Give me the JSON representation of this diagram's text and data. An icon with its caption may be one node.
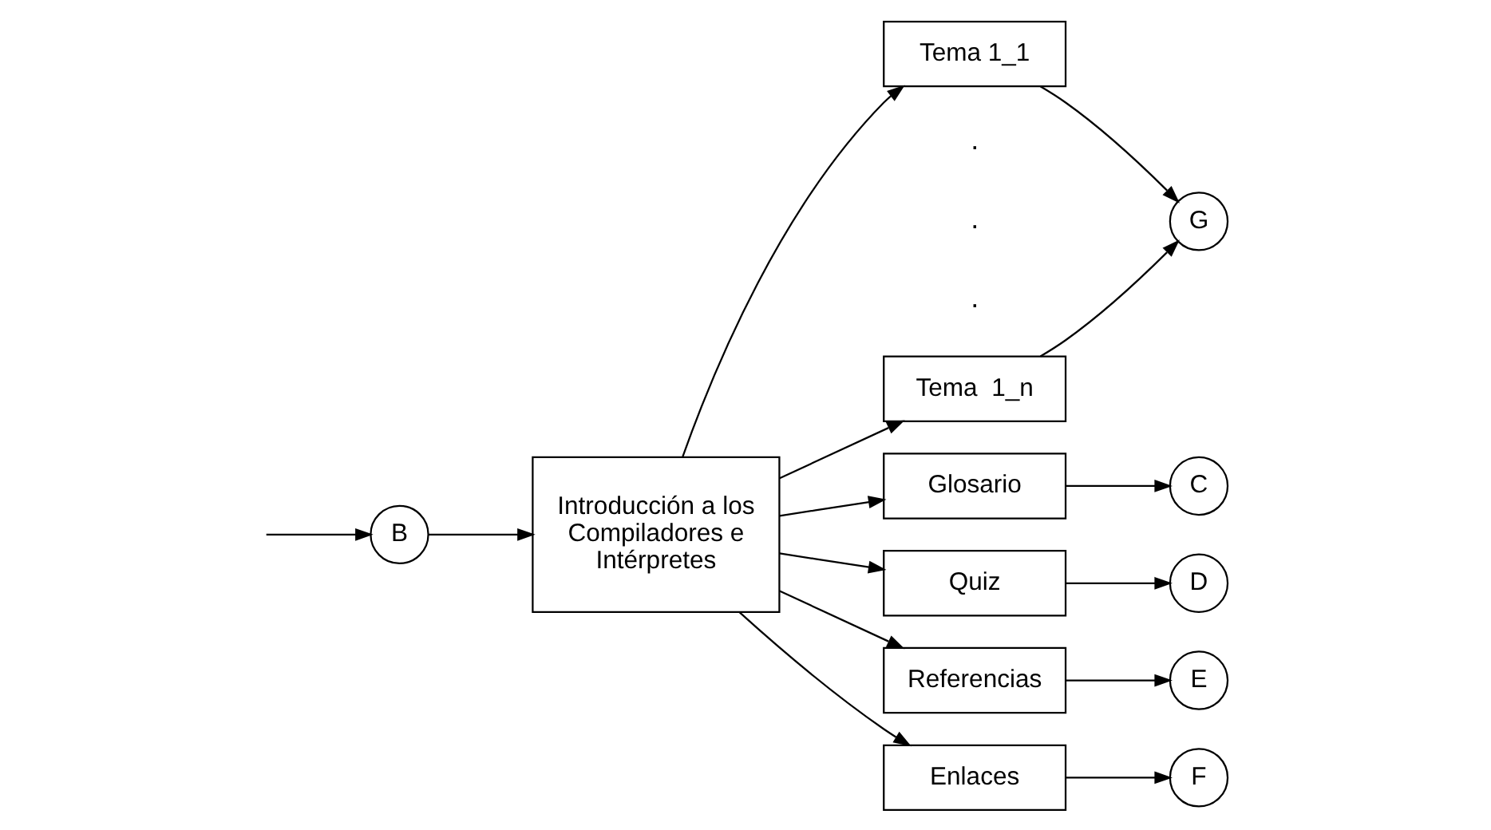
{
  "diagram": {
    "nodes": [
      {
        "text": [
          "B"
        ]
      },
      {
        "text": [
          "Introducción a los Compiladores e Intérpretes"
        ]
      },
      {
        "text": [
          "Tema 1_1"
        ]
      },
      {
        "text": [
          "Tema  1_n"
        ]
      },
      {
        "text": [
          "Glosario"
        ]
      },
      {
        "text": [
          "Quiz"
        ]
      },
      {
        "text": [
          "Referencias"
        ]
      },
      {
        "text": [
          "Enlaces"
        ]
      },
      {
        "text": [
          "G"
        ]
      },
      {
        "text": [
          "C"
        ]
      },
      {
        "text": [
          "D"
        ]
      },
      {
        "text": [
          "E"
        ]
      },
      {
        "text": [
          "F"
        ]
      }
    ],
    "edges": [
      {
        "from": null,
        "to": 0,
        "arrow": "to"
      },
      {
        "from": 0,
        "to": 1,
        "arrow": "to"
      },
      {
        "from": 1,
        "to": 2,
        "arrow": "to"
      },
      {
        "from": 1,
        "to": 3,
        "arrow": "to"
      },
      {
        "from": 1,
        "to": 4,
        "arrow": "to"
      },
      {
        "from": 1,
        "to": 5,
        "arrow": "to"
      },
      {
        "from": 1,
        "to": 6,
        "arrow": "to"
      },
      {
        "from": 1,
        "to": 7,
        "arrow": "to"
      },
      {
        "from": 2,
        "to": 8,
        "arrow": "to"
      },
      {
        "from": 3,
        "to": 8,
        "arrow": "to"
      },
      {
        "from": 4,
        "to": 9,
        "arrow": "to"
      },
      {
        "from": 5,
        "to": 10,
        "arrow": "to"
      },
      {
        "from": 6,
        "to": 11,
        "arrow": "to"
      },
      {
        "from": 7,
        "to": 12,
        "arrow": "to"
      }
    ],
    "labels": [
      ".",
      ".",
      "."
    ]
  }
}
